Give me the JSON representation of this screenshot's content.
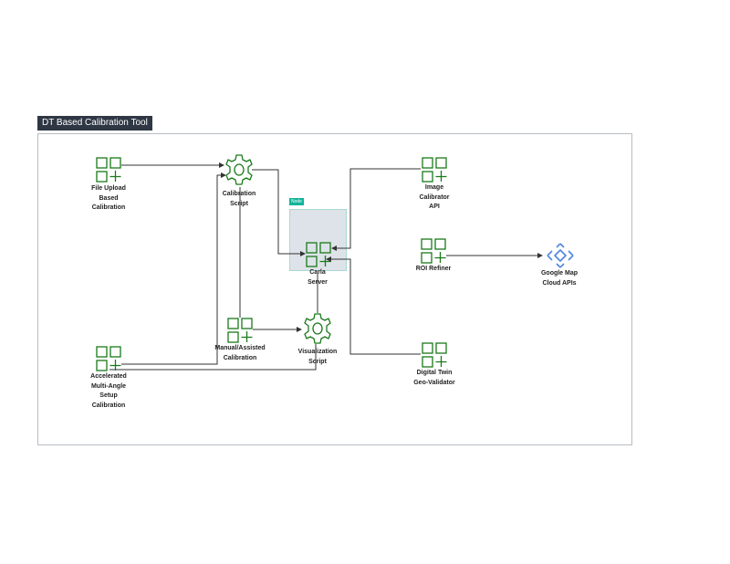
{
  "diagram": {
    "title": "DT Based Calibration Tool",
    "group_tag": "Node",
    "colors": {
      "icon_green": "#1a7a1a",
      "connector": "#333333",
      "title_bg": "#2f3744",
      "group_fill": "#dde3e8",
      "group_tag_bg": "#12b39a",
      "cloud_blue": "#4f86e0"
    },
    "nodes": {
      "file_upload": {
        "label": "File Upload\nBased\nCalibration",
        "icon": "app-grid-icon"
      },
      "calibration_script": {
        "label": "Calibration\nScript",
        "icon": "gear-icon"
      },
      "carla_server": {
        "label": "Carla\nServer",
        "icon": "app-grid-icon"
      },
      "image_calibrator": {
        "label": "Image\nCalibrator\nAPI",
        "icon": "app-grid-icon"
      },
      "roi_refiner": {
        "label": "ROI Refiner",
        "icon": "app-grid-icon"
      },
      "google_map": {
        "label": "Google Map\nCloud APIs",
        "icon": "cloud-api-icon"
      },
      "manual_assisted": {
        "label": "Manual/Assisted\nCalibration",
        "icon": "app-grid-icon"
      },
      "visualization_script": {
        "label": "Visualization\nScript",
        "icon": "gear-icon"
      },
      "accelerated": {
        "label": "Accelerated\nMulti-Angle\nSetup\nCalibration",
        "icon": "app-grid-icon"
      },
      "digital_twin": {
        "label": "Digital Twin\nGeo-Validator",
        "icon": "app-grid-icon"
      }
    }
  }
}
